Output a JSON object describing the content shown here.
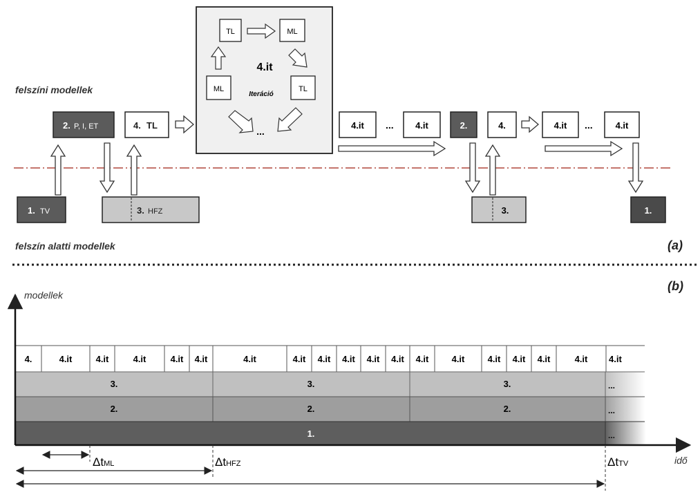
{
  "panel_a": {
    "label": "(a)",
    "surface_label": "felszíni modellek",
    "subsurface_label": "felszín alatti modellek",
    "boxes": {
      "b2_main": "2.",
      "b2_sub": "P, I, ET",
      "b4tl_main": "4.",
      "b4tl_sub": "TL",
      "b1_main": "1.",
      "b1_sub": "TV",
      "b3_main": "3.",
      "b3_sub": "HFZ",
      "it_a": "4.it",
      "dots_a": "...",
      "it_b": "4.it",
      "r2": "2.",
      "r4": "4.",
      "it_c": "4.it",
      "dots_b": "...",
      "it_d": "4.it",
      "r3": "3.",
      "r1": "1."
    },
    "iteration": {
      "title": "4.it",
      "caption": "Iteráció",
      "tl_top": "TL",
      "ml_top": "ML",
      "ml_left": "ML",
      "tl_right": "TL",
      "dots": "..."
    }
  },
  "panel_b": {
    "label": "(b)",
    "y_axis_label": "modellek",
    "x_axis_label": "idő",
    "row4_cells": [
      "4.",
      "4.it",
      "4.it",
      "4.it",
      "4.it",
      "4.it",
      "4.it",
      "4.it",
      "4.it",
      "4.it",
      "4.it",
      "4.it",
      "4.it",
      "4.it",
      "4.it",
      "4.it",
      "4.it",
      "4.it",
      "4.it",
      "..."
    ],
    "row3_cells": [
      "3.",
      "3.",
      "3.",
      "..."
    ],
    "row2_cells": [
      "2.",
      "2.",
      "2.",
      "..."
    ],
    "row1_cells": [
      "1.",
      "..."
    ],
    "dt_ml": {
      "main": "Δt",
      "sub": "ML"
    },
    "dt_hfz": {
      "main": "Δt",
      "sub": "HFZ"
    },
    "dt_tv": {
      "main": "Δt",
      "sub": "TV"
    }
  },
  "colors": {
    "dark_box": "#5b5b5b",
    "darker_box": "#4a4a4a",
    "light_box": "#c8c8c8",
    "row3": "#c0c0c0",
    "row2": "#9e9e9e",
    "row1": "#5e5e5e",
    "iteration_bg": "#f0f0f0",
    "divider": "#b0463c"
  }
}
